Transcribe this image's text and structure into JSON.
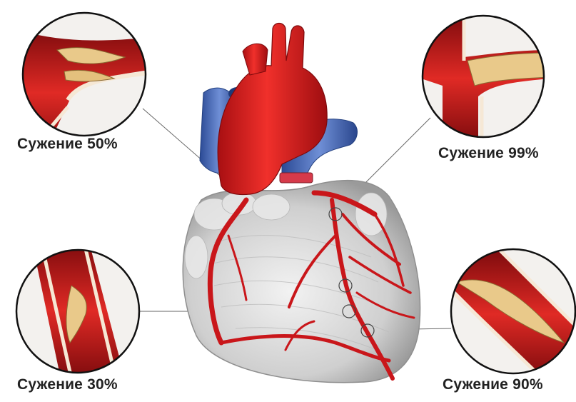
{
  "labels": {
    "top_left": "Сужение 50%",
    "top_right": "Сужение 99%",
    "bottom_left": "Сужение 30%",
    "bottom_right": "Сужение 90%"
  },
  "colors": {
    "artery": "#d81e1e",
    "artery_dark": "#9e1010",
    "vein": "#3d63b5",
    "plaque": "#e9c98a",
    "heart_tissue": "#d9d9d9",
    "leader_line": "#555555"
  }
}
